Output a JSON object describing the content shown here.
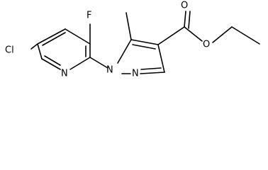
{
  "molecule": {
    "atoms": {
      "cl": "Cl",
      "f": "F",
      "n_pyridine": "N",
      "n1_pyrazole": "N",
      "n2_pyrazole": "N",
      "o_carbonyl": "O",
      "o_ester": "O"
    }
  },
  "colors": {
    "bond": "#000000",
    "label": "#000000",
    "background": "#ffffff"
  }
}
